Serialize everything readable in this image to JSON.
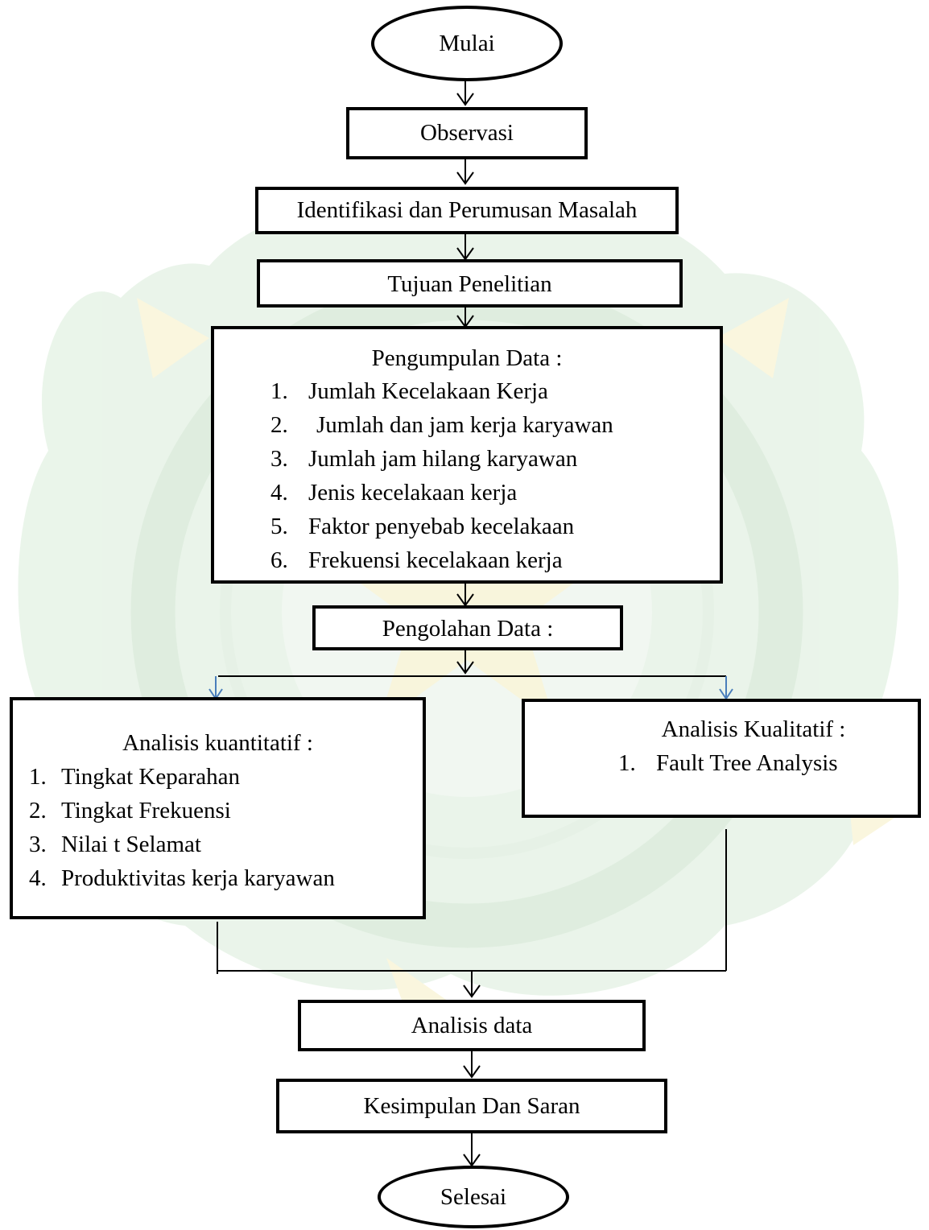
{
  "diagram": {
    "start": "Mulai",
    "steps": [
      "Observasi",
      "Identifikasi dan Perumusan Masalah",
      "Tujuan Penelitian"
    ],
    "collection": {
      "title": "Pengumpulan Data :",
      "items": [
        {
          "num": "1.",
          "text": "Jumlah Kecelakaan Kerja"
        },
        {
          "num": "2.",
          "text": "Jumlah dan jam kerja karyawan"
        },
        {
          "num": "3.",
          "text": "Jumlah jam hilang karyawan"
        },
        {
          "num": "4.",
          "text": "Jenis kecelakaan kerja"
        },
        {
          "num": "5.",
          "text": "Faktor penyebab kecelakaan"
        },
        {
          "num": "6.",
          "text": "Frekuensi kecelakaan kerja"
        }
      ]
    },
    "processing": "Pengolahan Data :",
    "quantitative": {
      "title": "Analisis kuantitatif :",
      "items": [
        {
          "num": "1.",
          "text": "Tingkat Keparahan"
        },
        {
          "num": "2.",
          "text": "Tingkat Frekuensi"
        },
        {
          "num": "3.",
          "text": "Nilai t Selamat"
        },
        {
          "num": "4.",
          "text": "Produktivitas kerja karyawan"
        }
      ]
    },
    "qualitative": {
      "title": "Analisis Kualitatif :",
      "items": [
        {
          "num": "1.",
          "text": "Fault Tree Analysis"
        }
      ]
    },
    "analysis": "Analisis data",
    "conclusion": "Kesimpulan Dan Saran",
    "end": "Selesai"
  },
  "colors": {
    "line": "#000000",
    "branch_arrow": "#4a7ebb",
    "watermark": "#cfe4cf",
    "watermark_accent": "#f6efc4"
  }
}
